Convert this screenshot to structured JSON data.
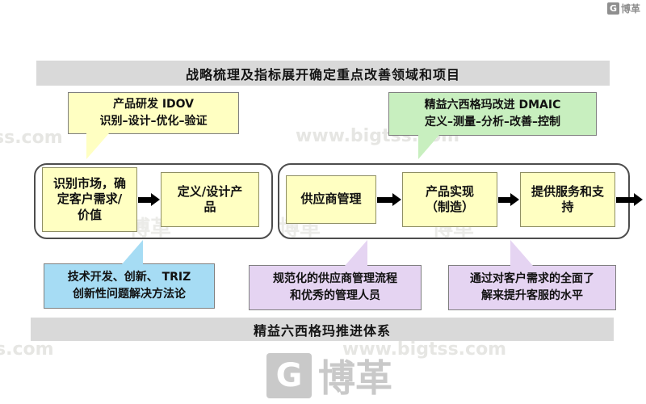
{
  "banners": {
    "top": "战略梳理及指标展开确定重点改善领域和项目",
    "bottom": "精益六西格玛推进体系"
  },
  "callouts": {
    "idov": "产品研发  IDOV\n识别–设计–优化–验证",
    "dmaic": "精益六西格玛改进  DMAIC\n定义–测量–分析–改善–控制",
    "triz": "技术开发、创新、  TRIZ\n创新性问题解决方法论",
    "supplier": "规范化的供应商管理流程\n和优秀的管理人员",
    "service": "通过对客户需求的全面了\n解来提升客服的水平"
  },
  "process": {
    "steps": [
      {
        "label": "识别市场，确\n定客户需求/\n价值"
      },
      {
        "label": "定义/设计产\n品"
      },
      {
        "label": "供应商管理"
      },
      {
        "label": "产品实现\n（制造）"
      },
      {
        "label": "提供服务和支\n持"
      }
    ]
  },
  "watermark": {
    "site": "www.bigtss.com",
    "partial_left": "ss.com",
    "partial_left2": "s.com",
    "logo": "博革",
    "logo_letter": "G"
  },
  "colors": {
    "banner_gray": "#d9d9d9",
    "step_yellow": "#ffffc2",
    "dmaic_green": "#c8efbf",
    "triz_blue": "#a6dcf4",
    "note_purple": "#e5d4f2",
    "frame_border": "#4d4d4d",
    "arrow_black": "#000000"
  }
}
